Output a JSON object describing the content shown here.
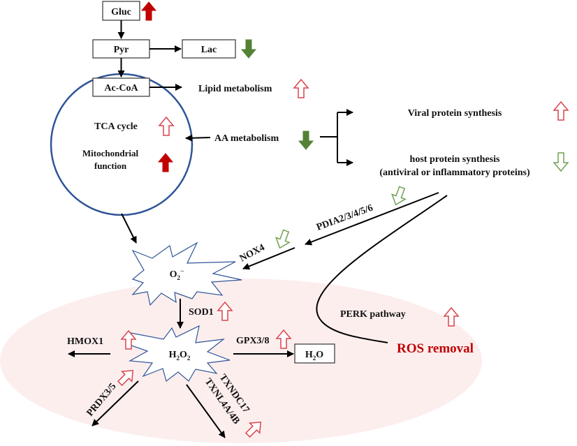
{
  "colors": {
    "up_solid": "#c00000",
    "down_solid": "#548235",
    "up_outline": "#d9434b",
    "down_outline": "#70a050",
    "mito_circle": "#2f5597",
    "star_stroke": "#2f5597",
    "ros_zone": "#fdeeee",
    "ros_label": "#c00000"
  },
  "nodes": {
    "gluc": "Gluc",
    "pyr": "Pyr",
    "lac": "Lac",
    "accoa": "Ac-CoA",
    "lipid": "Lipid metabolism",
    "tca": "TCA cycle",
    "mito_line1": "Mitochondrial",
    "mito_line2": "function",
    "aa": "AA metabolism",
    "viral": "Viral protein synthesis",
    "host_line1": "host protein synthesis",
    "host_line2": "(antiviral or inflammatory  proteins)",
    "pdia": "PDIA2/3/4/5/6",
    "nox4": "NOX4",
    "o2_base": "O",
    "o2_sub": "2",
    "o2_sup": "·-",
    "sod1": "SOD1",
    "h2o2_a": "H",
    "h2o2_b": "2",
    "h2o2_c": "O",
    "h2o2_d": "2",
    "hmox1": "HMOX1",
    "gpx": "GPX3/8",
    "h2o_a": "H",
    "h2o_b": "2",
    "h2o_c": "O",
    "prdx": "PRDX3/5",
    "txndc": "TXNDC17",
    "txnl": "TXNL4A/4B",
    "perk": "PERK pathway",
    "ros_removal": "ROS removal"
  },
  "regulation": {
    "gluc": "up-solid",
    "lac": "down-solid",
    "lipid": "up-outline",
    "tca": "up-outline",
    "mito": "up-solid",
    "aa": "down-solid",
    "viral": "up-outline",
    "host": "down-outline",
    "pdia": "down-outline",
    "nox4": "down-outline",
    "sod1": "up-outline",
    "hmox1": "up-outline",
    "gpx": "up-outline",
    "prdx": "up-outline",
    "txn": "up-outline",
    "perk": "up-outline"
  }
}
